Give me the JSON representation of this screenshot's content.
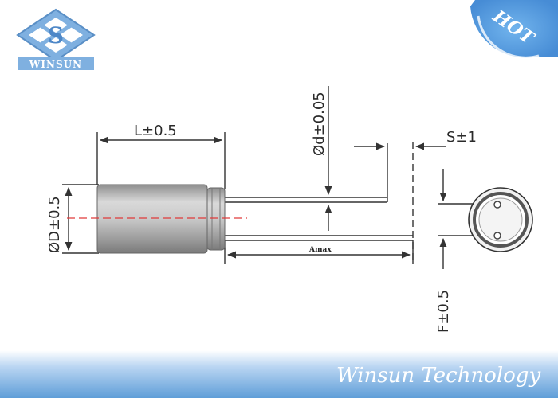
{
  "logo": {
    "letter": "S",
    "wordmark": "WINSUN"
  },
  "hot_badge": {
    "label": "HOT"
  },
  "dimensions": {
    "length": "L±0.5",
    "diameter": "ØD±0.5",
    "lead_diameter": "Ød±0.05",
    "lead_offset": "S±1",
    "lead_length": "Amax",
    "lead_spacing": "F±0.5"
  },
  "footer": {
    "brand": "Winsun Technology"
  },
  "colors": {
    "footer_band": "#6fa8e0",
    "logo_blue": "#7fb0e0",
    "body_gray": "#bdbdbd",
    "center_line": "#e03a3a",
    "line": "#333333"
  }
}
